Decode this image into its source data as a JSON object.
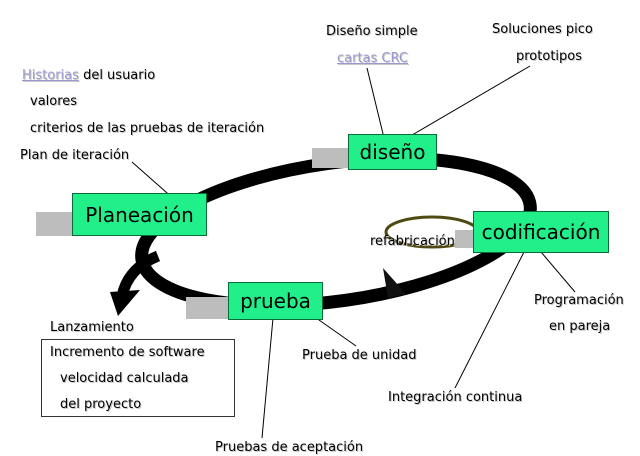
{
  "planning": {
    "stories_link": "Historias",
    "stories_rest": "del usuario",
    "values": "valores",
    "criteria": "criterios de las pruebas de iteración",
    "plan": "Plan de iteración"
  },
  "design_notes": {
    "simple": "Diseño simple",
    "crc_link": "cartas CRC",
    "spike": "Soluciones pico",
    "prototypes": "prototipos"
  },
  "phases": {
    "planning": "Planeación",
    "design": "diseño",
    "coding": "codificación",
    "testing": "prueba"
  },
  "refactoring": "refabricación",
  "coding_notes": {
    "pair1": "Programación",
    "pair2": "en pareja",
    "ci": "Integración continua"
  },
  "testing_notes": {
    "unit": "Prueba de unidad",
    "acceptance": "Pruebas de aceptación"
  },
  "release": {
    "title": "Lanzamiento",
    "increment": "Incremento de software",
    "velocity1": "velocidad calculada",
    "velocity2": "del proyecto"
  },
  "colors": {
    "phase_fill": "#21f08a",
    "cycle": "#000000",
    "link": "#9a9ad0",
    "refactor_loop": "#4f4a14"
  }
}
